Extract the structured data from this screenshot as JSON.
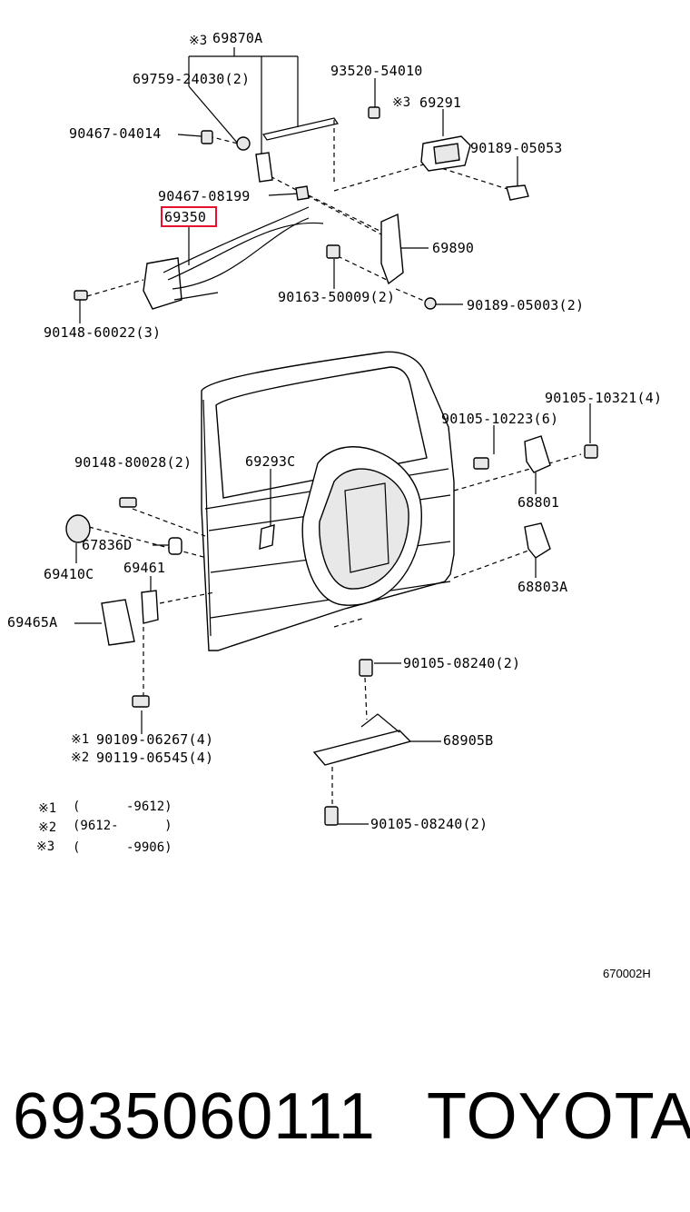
{
  "diagram": {
    "parts": {
      "p69870a": "69870A",
      "p69759": "69759-24030(2)",
      "p93520": "93520-54010",
      "p69291": "69291",
      "p90467_04014": "90467-04014",
      "p90189_05053": "90189-05053",
      "p90467_08199": "90467-08199",
      "p69350": "69350",
      "p69890": "69890",
      "p90163": "90163-50009(2)",
      "p90189_05003": "90189-05003(2)",
      "p90148_60022": "90148-60022(3)",
      "p90105_10321": "90105-10321(4)",
      "p90105_10223": "90105-10223(6)",
      "p90148_80028": "90148-80028(2)",
      "p69293c": "69293C",
      "p68801": "68801",
      "p67836d": "67836D",
      "p69461": "69461",
      "p69410c": "69410C",
      "p68803a": "68803A",
      "p69465a": "69465A",
      "p90105_08240a": "90105-08240(2)",
      "p90109": "90109-06267(4)",
      "p90119": "90119-06545(4)",
      "p68905b": "68905B",
      "p90105_08240b": "90105-08240(2)"
    },
    "marks": {
      "m1": "※1",
      "m2": "※2",
      "m3": "※3"
    },
    "notes": [
      {
        "mark": "※1",
        "range": "(      -9612)"
      },
      {
        "mark": "※2",
        "range": "(9612-      )"
      },
      {
        "mark": "※3",
        "range": "(      -9906)"
      }
    ],
    "drawing_code": "670002H"
  },
  "footer": {
    "part_number": "6935060111",
    "brand": "TOYOTA"
  },
  "colors": {
    "highlight_box": "#e8112d",
    "ink": "#000000",
    "background": "#ffffff"
  }
}
